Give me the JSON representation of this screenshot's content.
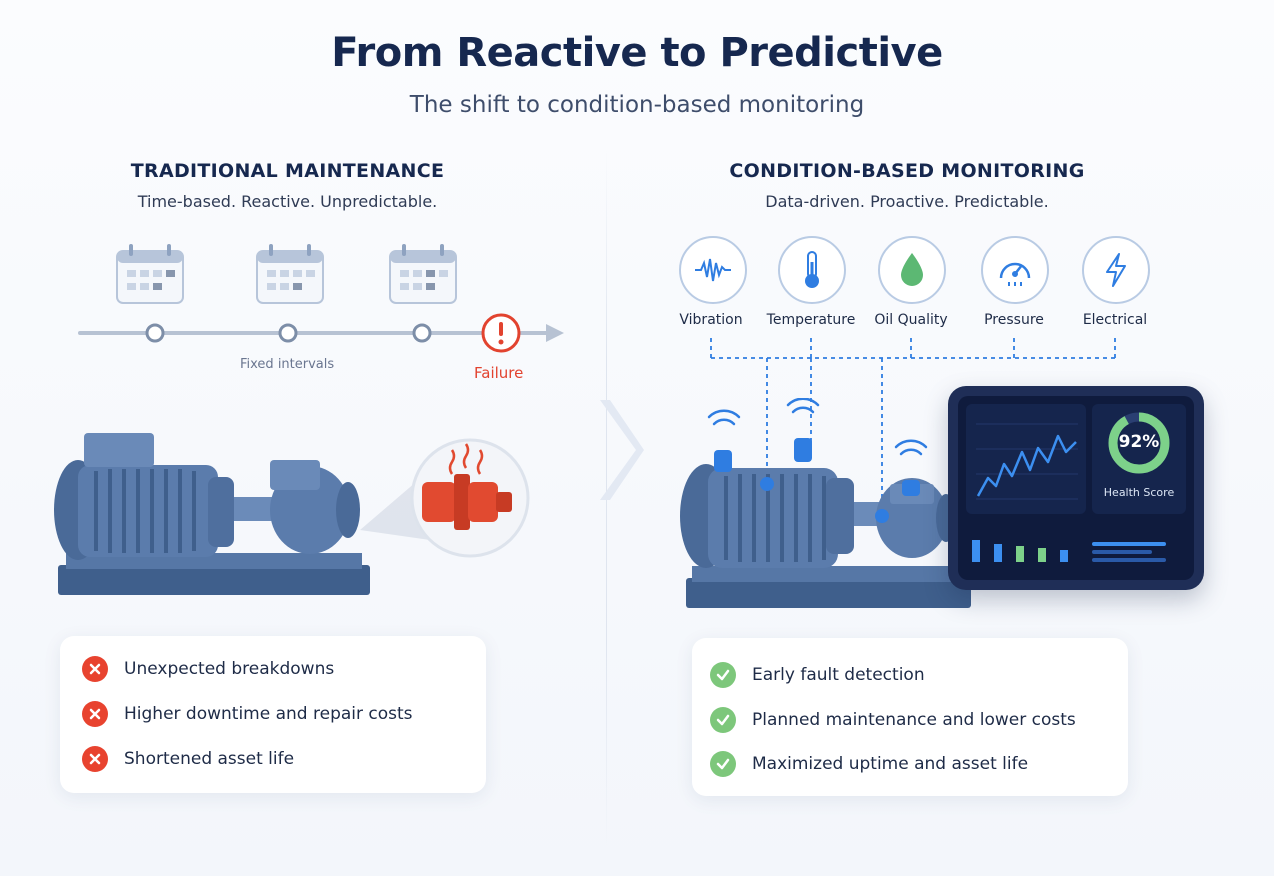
{
  "title": "From Reactive to Predictive",
  "subtitle": "The shift to condition-based monitoring",
  "left": {
    "heading": "TRADITIONAL MAINTENANCE",
    "tagline": "Time-based. Reactive. Unpredictable.",
    "timeline_label": "Fixed intervals",
    "failure_label": "Failure",
    "items": [
      "Unexpected breakdowns",
      "Higher downtime and repair costs",
      "Shortened asset life"
    ]
  },
  "right": {
    "heading": "CONDITION-BASED MONITORING",
    "tagline": "Data-driven. Proactive. Predictable.",
    "sensors": [
      "Vibration",
      "Temperature",
      "Oil Quality",
      "Pressure",
      "Electrical"
    ],
    "dashboard": {
      "health_value": "92%",
      "health_label": "Health Score",
      "health_fraction": 0.92
    },
    "items": [
      "Early fault detection",
      "Planned maintenance and lower costs",
      "Maximized uptime and asset life"
    ]
  },
  "colors": {
    "navy": "#16284f",
    "accent_blue": "#2f7de1",
    "failure_red": "#e2432f",
    "success_green": "#7dc77b",
    "machine_blue": "#4f6f9c"
  }
}
